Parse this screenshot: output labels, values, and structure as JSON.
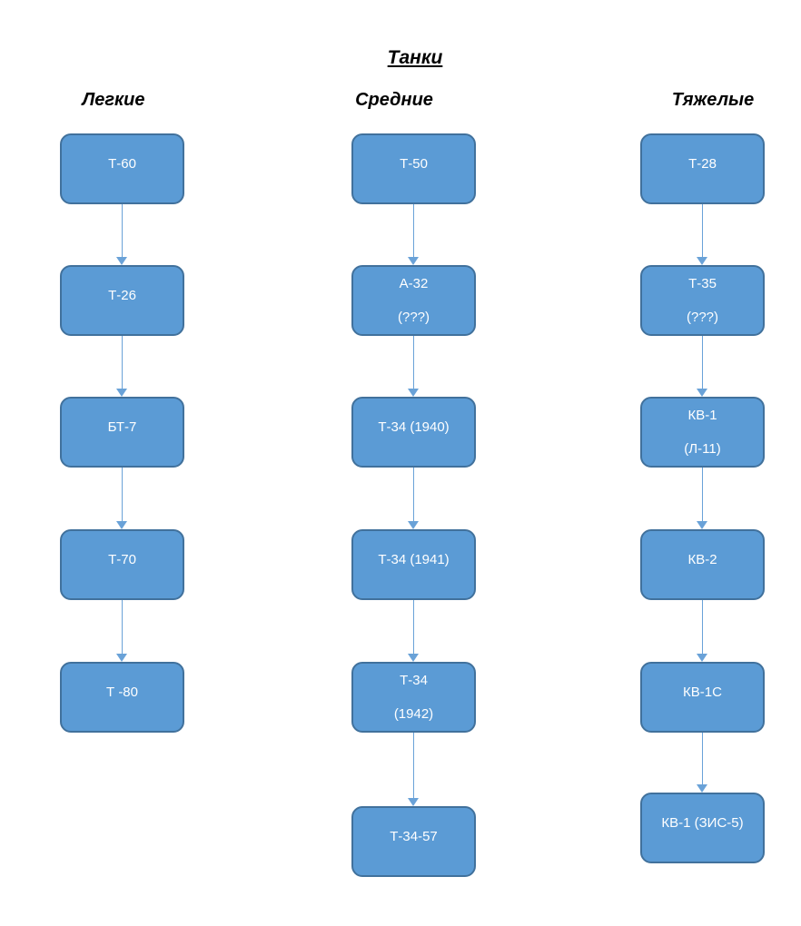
{
  "title": "Танки",
  "columns": [
    {
      "header": "Легкие",
      "nodes": [
        {
          "line1": "Т-60"
        },
        {
          "line1": "Т-26"
        },
        {
          "line1": "БТ-7"
        },
        {
          "line1": "Т-70"
        },
        {
          "line1": "Т -80"
        }
      ]
    },
    {
      "header": "Средние",
      "nodes": [
        {
          "line1": "Т-50"
        },
        {
          "line1": "А-32",
          "line2": "(???)"
        },
        {
          "line1": "Т-34 (1940)"
        },
        {
          "line1": "Т-34 (1941)"
        },
        {
          "line1": "Т-34",
          "line2": "(1942)"
        },
        {
          "line1": "Т-34-57"
        }
      ]
    },
    {
      "header": "Тяжелые",
      "nodes": [
        {
          "line1": "Т-28"
        },
        {
          "line1": "Т-35",
          "line2": "(???)"
        },
        {
          "line1": "КВ-1",
          "line2": "(Л-11)"
        },
        {
          "line1": "КВ-2"
        },
        {
          "line1": "КВ-1С"
        },
        {
          "line1": "КВ-1 (ЗИС-5)"
        }
      ]
    }
  ],
  "colors": {
    "node_fill": "#5B9BD5",
    "node_border": "#41719C",
    "arrow": "#6AA2D8",
    "text": "#FFFFFF",
    "heading": "#000000"
  }
}
